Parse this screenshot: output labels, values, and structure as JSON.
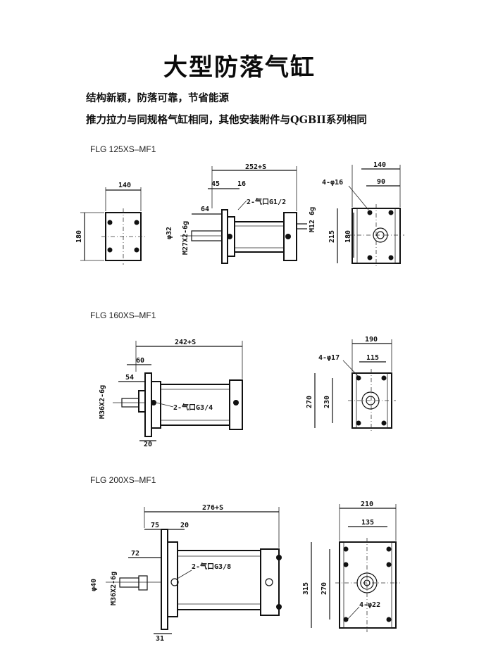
{
  "title": "大型防落气缸",
  "features": [
    "结构新颖，防落可靠，节省能源",
    "推力拉力与同规格气缸相同，其他安装附件与QGBII系列相同"
  ],
  "models": [
    {
      "name": "FLG 125XS–MF1",
      "side": {
        "length": "252+S",
        "flange": "45",
        "gap": "16",
        "rod_len": "64",
        "port": "2-气口G1/2",
        "rod_dia": "φ32",
        "rod_thread": "M27X2-6g",
        "end_thread": "M12 6g"
      },
      "front": {
        "width": "140",
        "bolt_span": "90",
        "holes": "4-φ16",
        "height": "215",
        "inner": "180"
      },
      "left": {
        "width": "140",
        "height": "180"
      }
    },
    {
      "name": "FLG 160XS–MF1",
      "side": {
        "length": "242+S",
        "flange": "60",
        "rod_len": "54",
        "port": "2-气口G3/4",
        "rod_thread": "M36X2-6g",
        "base": "20"
      },
      "front": {
        "width": "190",
        "bolt_span": "115",
        "holes": "4-φ17",
        "height": "270",
        "inner": "230"
      }
    },
    {
      "name": "FLG 200XS–MF1",
      "side": {
        "length": "276+S",
        "flange": "75",
        "gap": "20",
        "rod_len": "72",
        "port": "2-气口G3/8",
        "rod_dia": "φ40",
        "rod_thread": "M36X2-6g",
        "base": "31"
      },
      "front": {
        "width": "210",
        "bolt_span": "135",
        "holes": "4-φ22",
        "height": "315",
        "inner": "270"
      }
    }
  ]
}
